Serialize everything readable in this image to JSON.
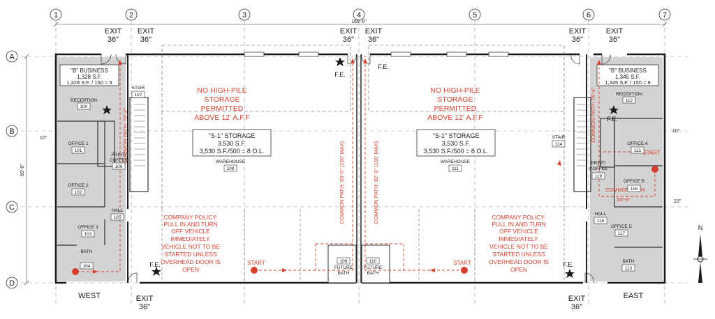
{
  "overall_width": "160'-0\"",
  "overall_depth": "60'-0\"",
  "grid_columns": [
    "1",
    "2",
    "3",
    "4",
    "5",
    "6",
    "7"
  ],
  "grid_rows": [
    "A",
    "B",
    "C",
    "D"
  ],
  "exits": {
    "label": "EXIT",
    "width": "36\""
  },
  "fire_extinguisher": "F.E.",
  "wing_labels": {
    "west": "WEST",
    "east": "EAST"
  },
  "north_label": "N",
  "occupancy": {
    "west": {
      "title": "\"B\" BUSINESS",
      "area": "1,328 S.F.",
      "load": "1,328 S.F. / 150 = 9"
    },
    "east": {
      "title": "\"B\" BUSINESS",
      "area": "1,345 S.F.",
      "load": "1,345 S.F. / 150 = 9"
    },
    "storage_left": {
      "title": "\"S-1\" STORAGE",
      "area": "3,530 S.F.",
      "load": "3,530 S.F./500 = 8 O.L."
    },
    "storage_right": {
      "title": "\"S-1\" STORAGE",
      "area": "3,530 S.F.",
      "load": "3,530 S.F./500 = 8 O.L."
    }
  },
  "notes": {
    "high_pile": [
      "NO HIGH-PILE",
      "STORAGE",
      "PERMITTED",
      "ABOVE 12' A.F.F"
    ],
    "policy": [
      "COMPANY POLICY:",
      "PULL IN AND TURN",
      "OFF VEHICLE",
      "IMMEDIATELY.",
      "VEHICLE NOT TO BE",
      "STARTED UNLESS",
      "OVERHEAD DOOR IS",
      "OPEN"
    ],
    "start": "START"
  },
  "common_paths": {
    "west_office": "COMMON PATH: 70'-2\"",
    "wh_left": "COMMON PATH: 83'-0\" (100' MAX)",
    "wh_right": "COMMON PATH: 82'-3\" (100' MAX)",
    "east_office_vertical": "COMMON PATH: 76'-4\"",
    "east_office_horizontal": "COMMON PATH:",
    "east_office_dim": "50'-9\""
  },
  "dims": {
    "wall_offset": "10\""
  },
  "rooms": {
    "reception_w": {
      "name": "RECEPTION",
      "num": "100"
    },
    "office1": {
      "name": "OFFICE 1",
      "num": "101"
    },
    "office2": {
      "name": "OFFICE 2",
      "num": "102"
    },
    "office3": {
      "name": "OFFICE 3",
      "num": "103"
    },
    "bath_w": {
      "name": "BATH",
      "num": "104"
    },
    "hall_w": {
      "name": "HALL",
      "num": "105"
    },
    "print_w": {
      "name1": "PRINT/",
      "name2": "COFFEE",
      "num": "106"
    },
    "stair_w": {
      "name": "STAIR",
      "num": "107"
    },
    "warehouse_l": {
      "name": "WAREHOUSE",
      "num": "108"
    },
    "future_bath_l": {
      "name1": "FUTURE",
      "name2": "BATH",
      "num": "109"
    },
    "future_bath_r": {
      "name1": "FUTURE",
      "name2": "BATH",
      "num": "110"
    },
    "warehouse_r": {
      "name": "WAREHOUSE",
      "num": "111"
    },
    "reception_e": {
      "name": "RECEPTION",
      "num": "112"
    },
    "bath_e": {
      "name": "BATH",
      "num": "113"
    },
    "stair_e": {
      "name": "STAIR",
      "num": "114"
    },
    "office_a": {
      "name": "OFFICE A",
      "num": "115"
    },
    "office_b": {
      "name": "OFFICE B",
      "num": "116"
    },
    "office_c": {
      "name": "OFFICE C",
      "num": "117"
    },
    "hall_e": {
      "name": "HALL",
      "num": "118"
    },
    "print_e": {
      "name1": "PRINT/",
      "name2": "COFFEE",
      "num": "119"
    }
  }
}
